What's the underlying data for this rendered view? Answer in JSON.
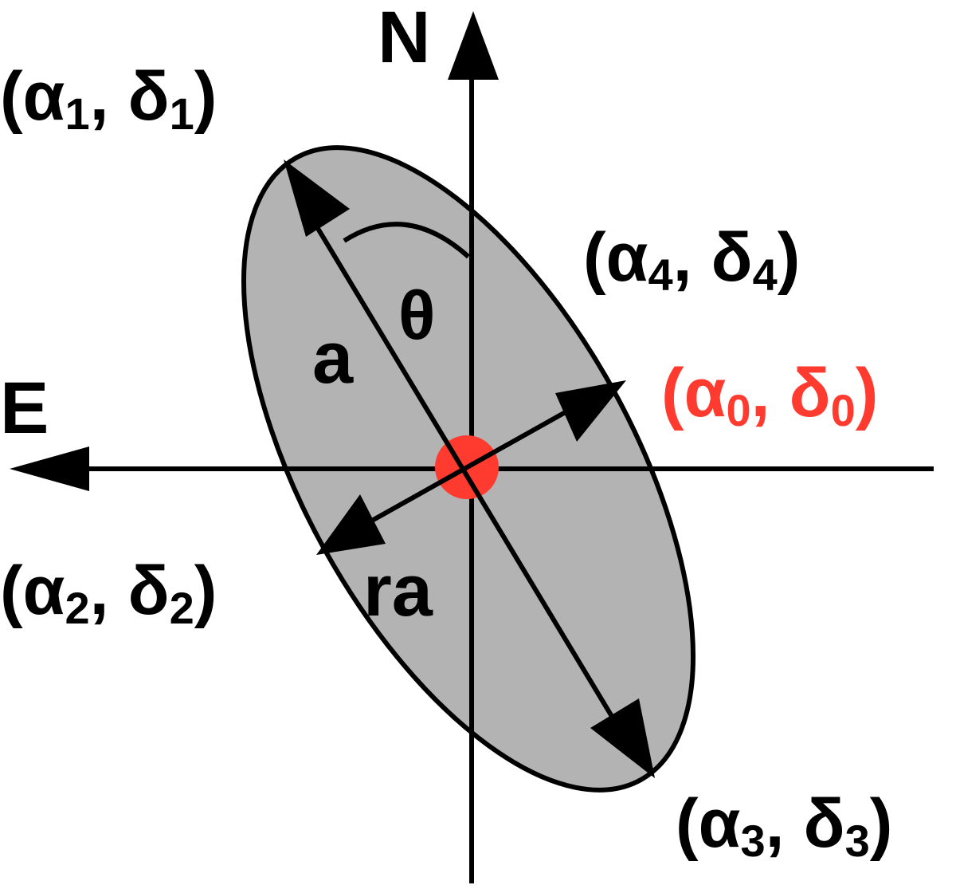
{
  "axes": {
    "north_label": "N",
    "east_label": "E"
  },
  "ellipse": {
    "fill": "#b3b3b3",
    "stroke": "#000000",
    "center_marker_color": "#ff3b30"
  },
  "labels": {
    "semi_major": "a",
    "semi_minor": "ra",
    "angle": "θ"
  },
  "points": {
    "p0": {
      "alpha": "α",
      "alpha_sub": "0",
      "delta": "δ",
      "delta_sub": "0",
      "color": "#ff3b30"
    },
    "p1": {
      "alpha": "α",
      "alpha_sub": "1",
      "delta": "δ",
      "delta_sub": "1"
    },
    "p2": {
      "alpha": "α",
      "alpha_sub": "2",
      "delta": "δ",
      "delta_sub": "2"
    },
    "p3": {
      "alpha": "α",
      "alpha_sub": "3",
      "delta": "δ",
      "delta_sub": "3"
    },
    "p4": {
      "alpha": "α",
      "alpha_sub": "4",
      "delta": "δ",
      "delta_sub": "4"
    }
  }
}
